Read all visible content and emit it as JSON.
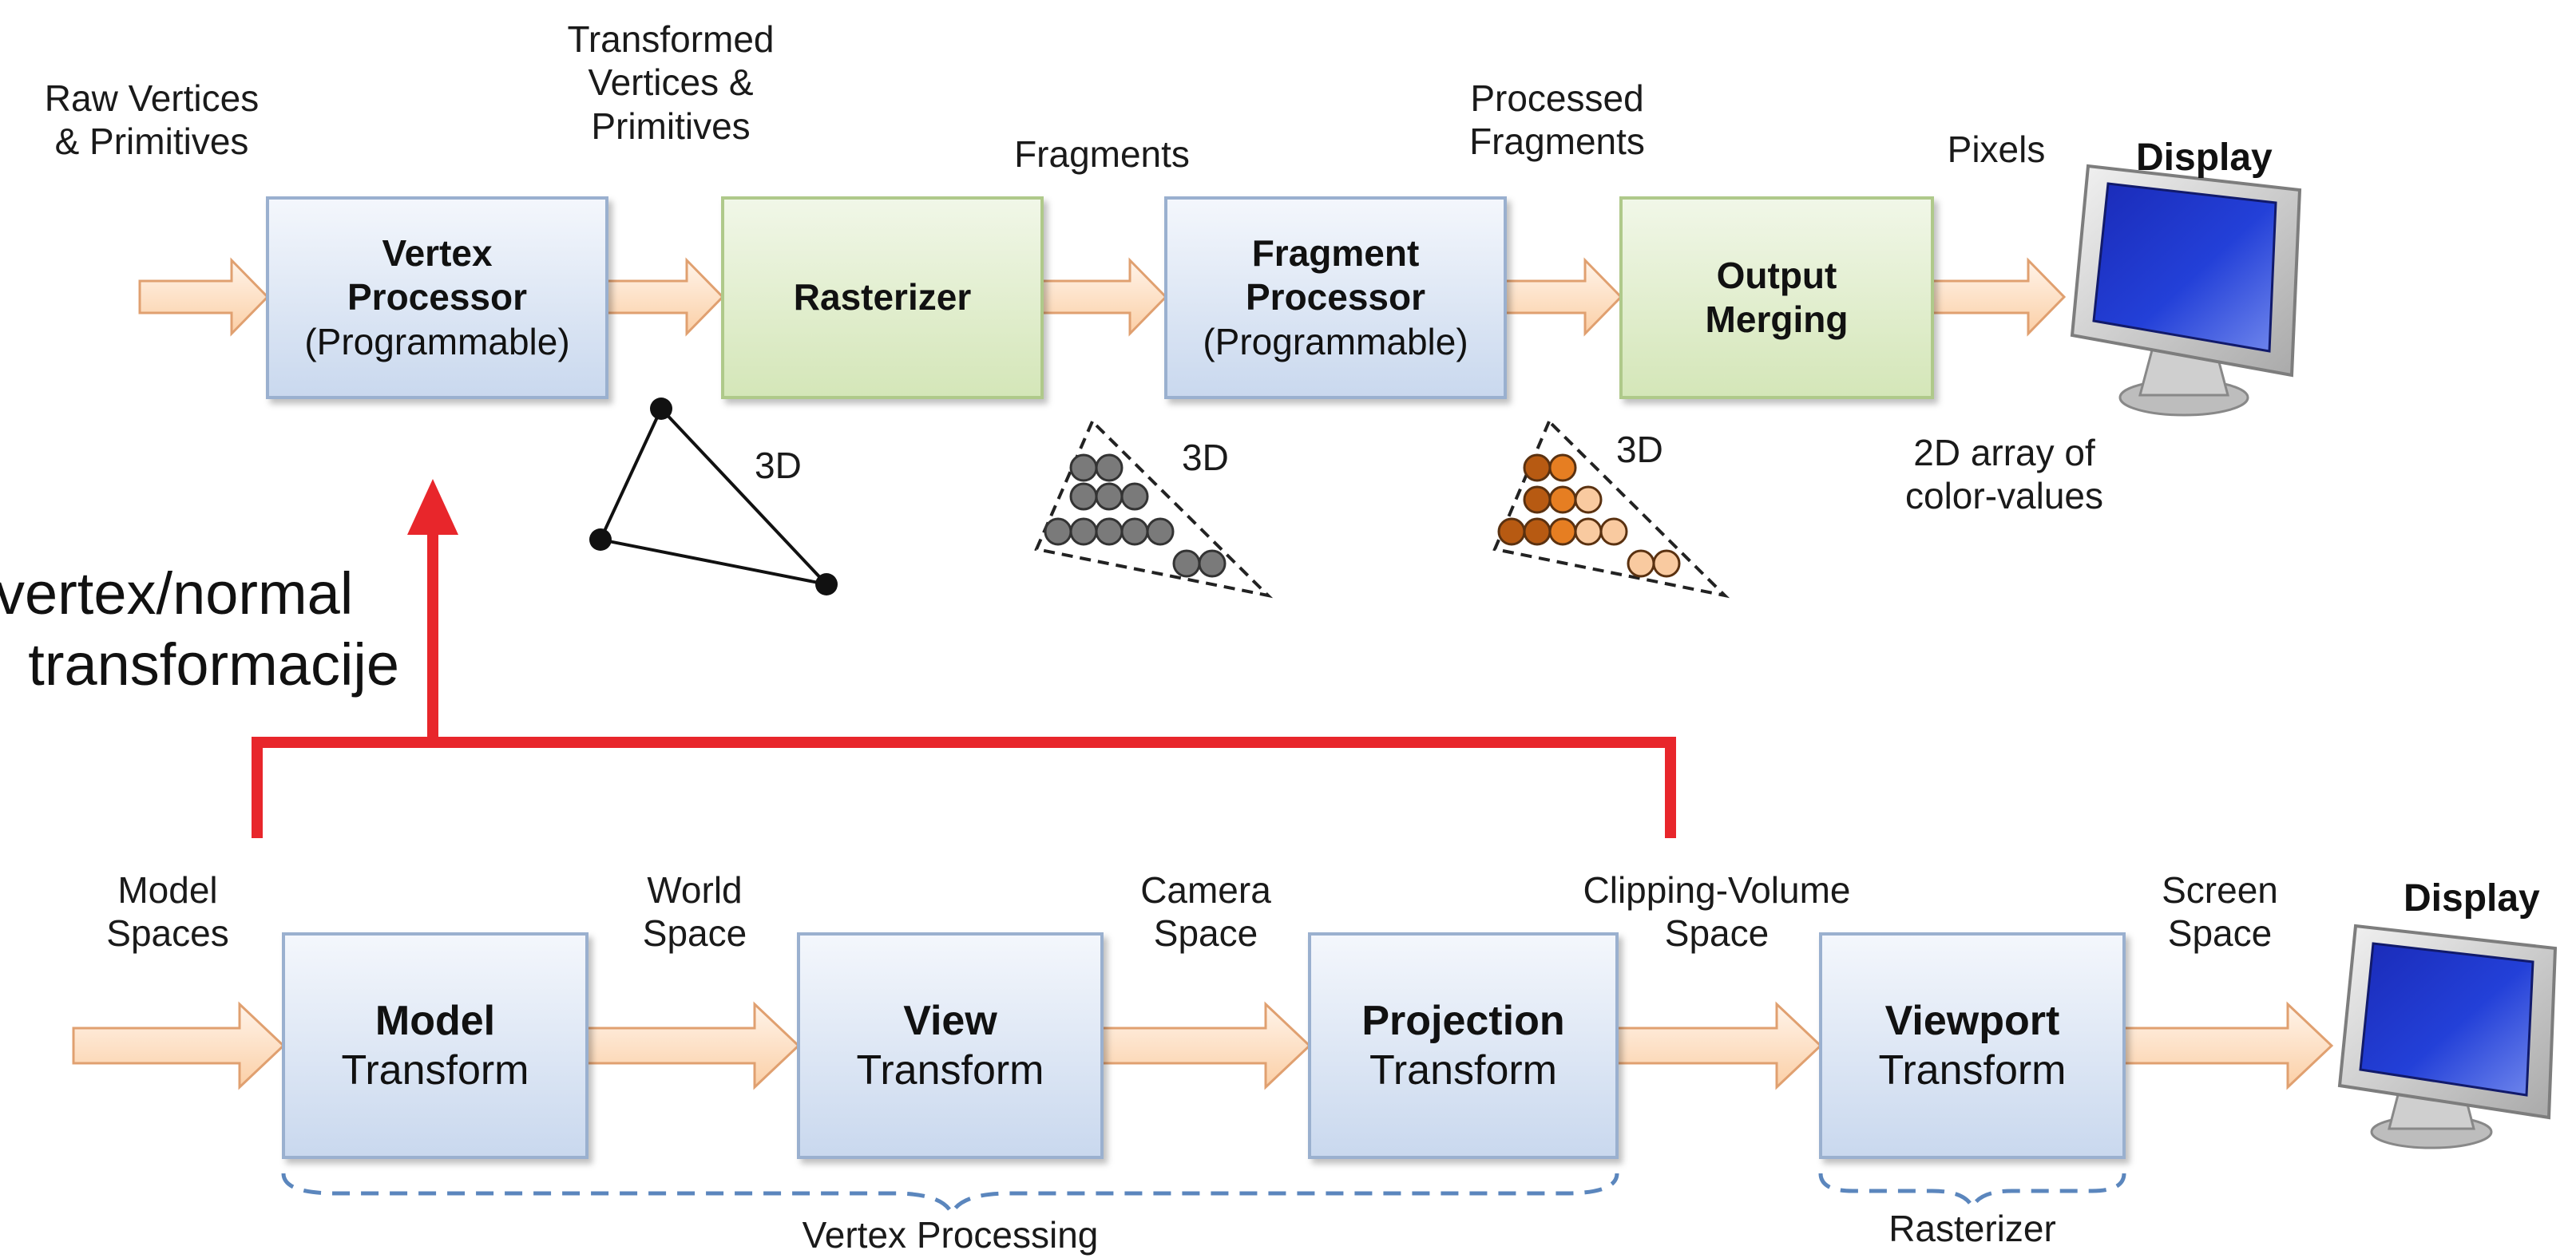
{
  "top_pipeline": {
    "stages": [
      {
        "title_lines": [
          "Vertex",
          "Processor"
        ],
        "sub": "(Programmable)"
      },
      {
        "title_lines": [
          "Rasterizer"
        ],
        "sub": ""
      },
      {
        "title_lines": [
          "Fragment",
          "Processor"
        ],
        "sub": "(Programmable)"
      },
      {
        "title_lines": [
          "Output",
          "Merging"
        ],
        "sub": ""
      }
    ],
    "labels": [
      [
        "Raw Vertices",
        "& Primitives"
      ],
      [
        "Transformed",
        "Vertices &",
        "Primitives"
      ],
      [
        "Fragments"
      ],
      [
        "Processed",
        "Fragments"
      ],
      [
        "Pixels"
      ]
    ],
    "display": "Display",
    "notes": {
      "triangle": "3D",
      "fragments": "3D",
      "processed": "3D",
      "output": [
        "2D array of",
        "color-values"
      ]
    }
  },
  "bottom_pipeline": {
    "stages": [
      {
        "title": "Model",
        "sub": "Transform"
      },
      {
        "title": "View",
        "sub": "Transform"
      },
      {
        "title": "Projection",
        "sub": "Transform"
      },
      {
        "title": "Viewport",
        "sub": "Transform"
      }
    ],
    "labels": [
      [
        "Model",
        "Spaces"
      ],
      [
        "World",
        "Space"
      ],
      [
        "Camera",
        "Space"
      ],
      [
        "Clipping-Volume",
        "Space"
      ],
      [
        "Screen",
        "Space"
      ]
    ],
    "display": "Display",
    "groups": [
      "Vertex Processing",
      "Rasterizer"
    ]
  },
  "annotation": [
    "vertex/normal",
    "transformacije"
  ],
  "colors": {
    "arrow_fill": "#fde2c8",
    "arrow_stroke": "#e8a878",
    "box_blue": "#dde6f3",
    "box_blue_border": "#9ab0cf",
    "box_green": "#e5efd4",
    "box_green_border": "#afc98a",
    "red_bracket": "#e8262b",
    "dash_blue": "#5b86bd",
    "dot_grey": "#7a7a7a",
    "dot_dark_orange": "#b75a12",
    "dot_mid_orange": "#e67e22",
    "dot_light_orange": "#f9caa0"
  }
}
